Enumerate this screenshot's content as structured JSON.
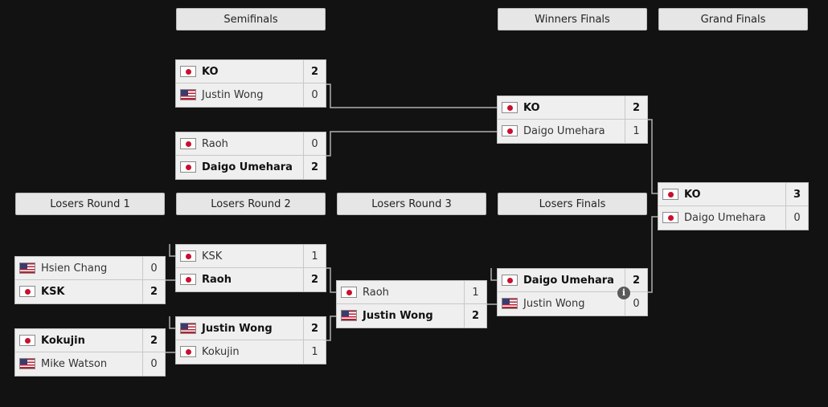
{
  "headers": {
    "semifinals": "Semifinals",
    "winners_finals": "Winners Finals",
    "grand_finals": "Grand Finals",
    "losers_round_1": "Losers Round 1",
    "losers_round_2": "Losers Round 2",
    "losers_round_3": "Losers Round 3",
    "losers_finals": "Losers Finals"
  },
  "matches": {
    "sf1": {
      "p1": {
        "name": "KO",
        "score": "2",
        "flag": "jp"
      },
      "p2": {
        "name": "Justin Wong",
        "score": "0",
        "flag": "us"
      }
    },
    "sf2": {
      "p1": {
        "name": "Raoh",
        "score": "0",
        "flag": "jp"
      },
      "p2": {
        "name": "Daigo Umehara",
        "score": "2",
        "flag": "jp"
      }
    },
    "wf": {
      "p1": {
        "name": "KO",
        "score": "2",
        "flag": "jp"
      },
      "p2": {
        "name": "Daigo Umehara",
        "score": "1",
        "flag": "jp"
      }
    },
    "gf": {
      "p1": {
        "name": "KO",
        "score": "3",
        "flag": "jp"
      },
      "p2": {
        "name": "Daigo Umehara",
        "score": "0",
        "flag": "jp"
      }
    },
    "lr1a": {
      "p1": {
        "name": "Hsien Chang",
        "score": "0",
        "flag": "us"
      },
      "p2": {
        "name": "KSK",
        "score": "2",
        "flag": "jp"
      }
    },
    "lr1b": {
      "p1": {
        "name": "Kokujin",
        "score": "2",
        "flag": "jp"
      },
      "p2": {
        "name": "Mike Watson",
        "score": "0",
        "flag": "us"
      }
    },
    "lr2a": {
      "p1": {
        "name": "KSK",
        "score": "1",
        "flag": "jp"
      },
      "p2": {
        "name": "Raoh",
        "score": "2",
        "flag": "jp"
      }
    },
    "lr2b": {
      "p1": {
        "name": "Justin Wong",
        "score": "2",
        "flag": "us"
      },
      "p2": {
        "name": "Kokujin",
        "score": "1",
        "flag": "jp"
      }
    },
    "lr3": {
      "p1": {
        "name": "Raoh",
        "score": "1",
        "flag": "jp"
      },
      "p2": {
        "name": "Justin Wong",
        "score": "2",
        "flag": "us"
      }
    },
    "lf": {
      "p1": {
        "name": "Daigo Umehara",
        "score": "2",
        "flag": "jp"
      },
      "p2": {
        "name": "Justin Wong",
        "score": "0",
        "flag": "us"
      }
    }
  },
  "info_icon": {
    "label": "i"
  },
  "colors": {
    "background": "#121212",
    "connector": "#b0b0b0"
  }
}
